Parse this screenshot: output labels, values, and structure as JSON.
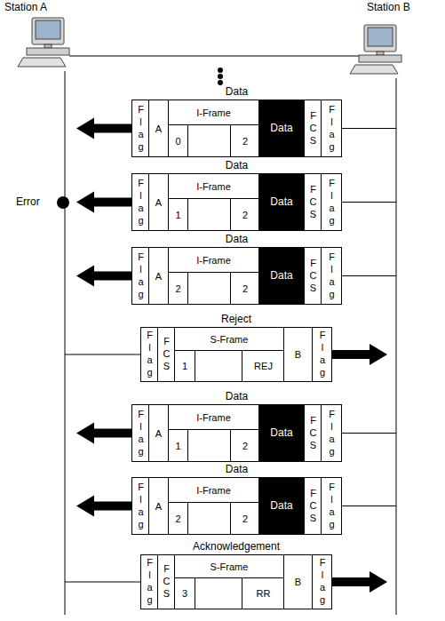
{
  "diagram": {
    "nodes": [
      {
        "text": [
          "Station A"
        ]
      },
      {
        "text": [
          "Station B"
        ]
      },
      {
        "text": [
          "Data"
        ]
      },
      {
        "text": [
          "Flag"
        ],
        "in": 2
      },
      {
        "text": [
          "A"
        ],
        "in": 2
      },
      {
        "text": [
          "I-Frame"
        ],
        "in": 2
      },
      {
        "text": [
          "0"
        ],
        "in": 5
      },
      {
        "text": [
          "2"
        ],
        "in": 5
      },
      {
        "text": [
          "Data"
        ],
        "in": 2
      },
      {
        "text": [
          "FCS"
        ],
        "in": 2
      },
      {
        "text": [
          "Flag"
        ],
        "in": 2
      },
      {
        "text": [
          "Data"
        ]
      },
      {
        "text": [
          "Flag"
        ],
        "in": 11
      },
      {
        "text": [
          "A"
        ],
        "in": 11
      },
      {
        "text": [
          "I-Frame"
        ],
        "in": 11
      },
      {
        "text": [
          "1"
        ],
        "in": 14
      },
      {
        "text": [
          "2"
        ],
        "in": 14
      },
      {
        "text": [
          "Data"
        ],
        "in": 11
      },
      {
        "text": [
          "FCS"
        ],
        "in": 11
      },
      {
        "text": [
          "Flag"
        ],
        "in": 11
      },
      {
        "text": [
          "Data"
        ]
      },
      {
        "text": [
          "Flag"
        ],
        "in": 20
      },
      {
        "text": [
          "A"
        ],
        "in": 20
      },
      {
        "text": [
          "I-Frame"
        ],
        "in": 20
      },
      {
        "text": [
          "2"
        ],
        "in": 23
      },
      {
        "text": [
          "2"
        ],
        "in": 23
      },
      {
        "text": [
          "Data"
        ],
        "in": 20
      },
      {
        "text": [
          "FCS"
        ],
        "in": 20
      },
      {
        "text": [
          "Flag"
        ],
        "in": 20
      },
      {
        "text": [
          "Reject"
        ]
      },
      {
        "text": [
          "Flag"
        ],
        "in": 29
      },
      {
        "text": [
          "FCS"
        ],
        "in": 29
      },
      {
        "text": [
          "S-Frame"
        ],
        "in": 29
      },
      {
        "text": [
          "1"
        ],
        "in": 32
      },
      {
        "text": [
          "REJ"
        ],
        "in": 32
      },
      {
        "text": [
          "B"
        ],
        "in": 29
      },
      {
        "text": [
          "Flag"
        ],
        "in": 29
      },
      {
        "text": [
          "Data"
        ]
      },
      {
        "text": [
          "Flag"
        ],
        "in": 37
      },
      {
        "text": [
          "A"
        ],
        "in": 37
      },
      {
        "text": [
          "I-Frame"
        ],
        "in": 37
      },
      {
        "text": [
          "1"
        ],
        "in": 40
      },
      {
        "text": [
          "2"
        ],
        "in": 40
      },
      {
        "text": [
          "Data"
        ],
        "in": 37
      },
      {
        "text": [
          "FCS"
        ],
        "in": 37
      },
      {
        "text": [
          "Flag"
        ],
        "in": 37
      },
      {
        "text": [
          "Data"
        ]
      },
      {
        "text": [
          "Flag"
        ],
        "in": 46
      },
      {
        "text": [
          "A"
        ],
        "in": 46
      },
      {
        "text": [
          "I-Frame"
        ],
        "in": 46
      },
      {
        "text": [
          "2"
        ],
        "in": 49
      },
      {
        "text": [
          "2"
        ],
        "in": 49
      },
      {
        "text": [
          "Data"
        ],
        "in": 46
      },
      {
        "text": [
          "FCS"
        ],
        "in": 46
      },
      {
        "text": [
          "Flag"
        ],
        "in": 46
      },
      {
        "text": [
          "Acknowledgement"
        ]
      },
      {
        "text": [
          "Flag"
        ],
        "in": 55
      },
      {
        "text": [
          "FCS"
        ],
        "in": 55
      },
      {
        "text": [
          "S-Frame"
        ],
        "in": 55
      },
      {
        "text": [
          "3"
        ],
        "in": 58
      },
      {
        "text": [
          "RR"
        ],
        "in": 58
      },
      {
        "text": [
          "B"
        ],
        "in": 55
      },
      {
        "text": [
          "Flag"
        ],
        "in": 55
      }
    ],
    "labels": [
      "Error"
    ]
  }
}
